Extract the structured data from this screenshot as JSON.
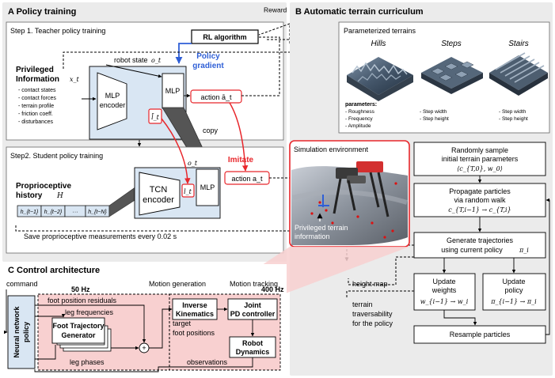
{
  "sections": {
    "a": "A Policy training",
    "b": "B Automatic terrain curriculum",
    "c": "C Control architecture"
  },
  "policy_training": {
    "step1": "Step 1. Teacher policy training",
    "step2": "Step2. Student policy training",
    "rl_algorithm": "RL algorithm",
    "reward": "Reward",
    "policy_gradient_1": "Policy",
    "policy_gradient_2": "gradient",
    "robot_state": "robot state",
    "robot_state_sym": "o_t",
    "priv_title_1": "Privileged",
    "priv_title_2": "Information",
    "priv_sym": "x_t",
    "priv_items": [
      "- contact states",
      "- contact forces",
      "- terrain profile",
      "- friction coeff.",
      "- disturbances"
    ],
    "mlp_encoder_1": "MLP",
    "mlp_encoder_2": "encoder",
    "mlp": "MLP",
    "latent_teacher": "l̄_t",
    "action_teacher": "action ā_t",
    "copy": "copy",
    "imitate": "Imitate",
    "o_t": "o_t",
    "proprio_1": "Proprioceptive",
    "proprio_2": "history",
    "proprio_sym": "H",
    "history_cells": [
      "h_{t−1}",
      "h_{t−2}",
      "···",
      "h_{t−N}"
    ],
    "tcn_1": "TCN",
    "tcn_2": "encoder",
    "latent_student": "l_t",
    "mlp_student": "MLP",
    "action_student": "action a_t",
    "save_note": "Save proprioceptive measurements every 0.02 s"
  },
  "sim": {
    "title": "Simulation environment",
    "priv_label_1": "Privileged terrain",
    "priv_label_2": "information"
  },
  "terrain": {
    "parameterized": "Parameterized terrains",
    "names": [
      "Hills",
      "Steps",
      "Stairs"
    ],
    "params_title": "parameters:",
    "hills_params": [
      "- Roughness",
      "- Frequency",
      "- Amplitude"
    ],
    "steps_params": [
      "- Step width",
      "- Step height"
    ],
    "stairs_params": [
      "- Step width",
      "- Step height"
    ]
  },
  "curriculum": {
    "sample_1": "Randomly sample",
    "sample_2": "initial terrain parameters",
    "sample_sym": "⟨c_{T,0}, w_0⟩",
    "propagate_1": "Propagate particles",
    "propagate_2": "via random walk",
    "propagate_sym": "c_{T,i−1} → c_{T,i}",
    "generate_1": "Generate trajectories",
    "generate_2": "using current policy",
    "generate_sym": "π_i",
    "update_w_1": "Update",
    "update_w_2": "weights",
    "update_w_sym": "w_{i−1} → w_i",
    "update_p_1": "Update",
    "update_p_2": "policy",
    "update_p_sym": "π_{i−1} → π_i",
    "resample": "Resample particles",
    "height_map": "height map",
    "trav_1": "terrain",
    "trav_2": "traversability",
    "trav_3": "for the policy"
  },
  "control": {
    "command": "command",
    "hz50": "50 Hz",
    "hz400": "400 Hz",
    "motion_gen": "Motion generation",
    "motion_track": "Motion tracking",
    "nn_policy_1": "Neural network",
    "nn_policy_2": "policy",
    "foot_residuals": "foot position residuals",
    "leg_freq": "leg frequencies",
    "leg_phases": "leg phases",
    "ftg_1": "Foot Trajectory",
    "ftg_2": "Generator",
    "target_1": "target",
    "target_2": "foot positions",
    "ik_1": "Inverse",
    "ik_2": "Kinematics",
    "pd_1": "Joint",
    "pd_2": "PD controller",
    "rd_1": "Robot",
    "rd_2": "Dynamics",
    "observations": "observations",
    "plus": "+"
  },
  "colors": {
    "panel": "#ebebeb",
    "pink": "#f8d0d0",
    "red": "#e8262b",
    "blue": "#2f5fd6",
    "cell_blue": "#d9e6f3"
  }
}
